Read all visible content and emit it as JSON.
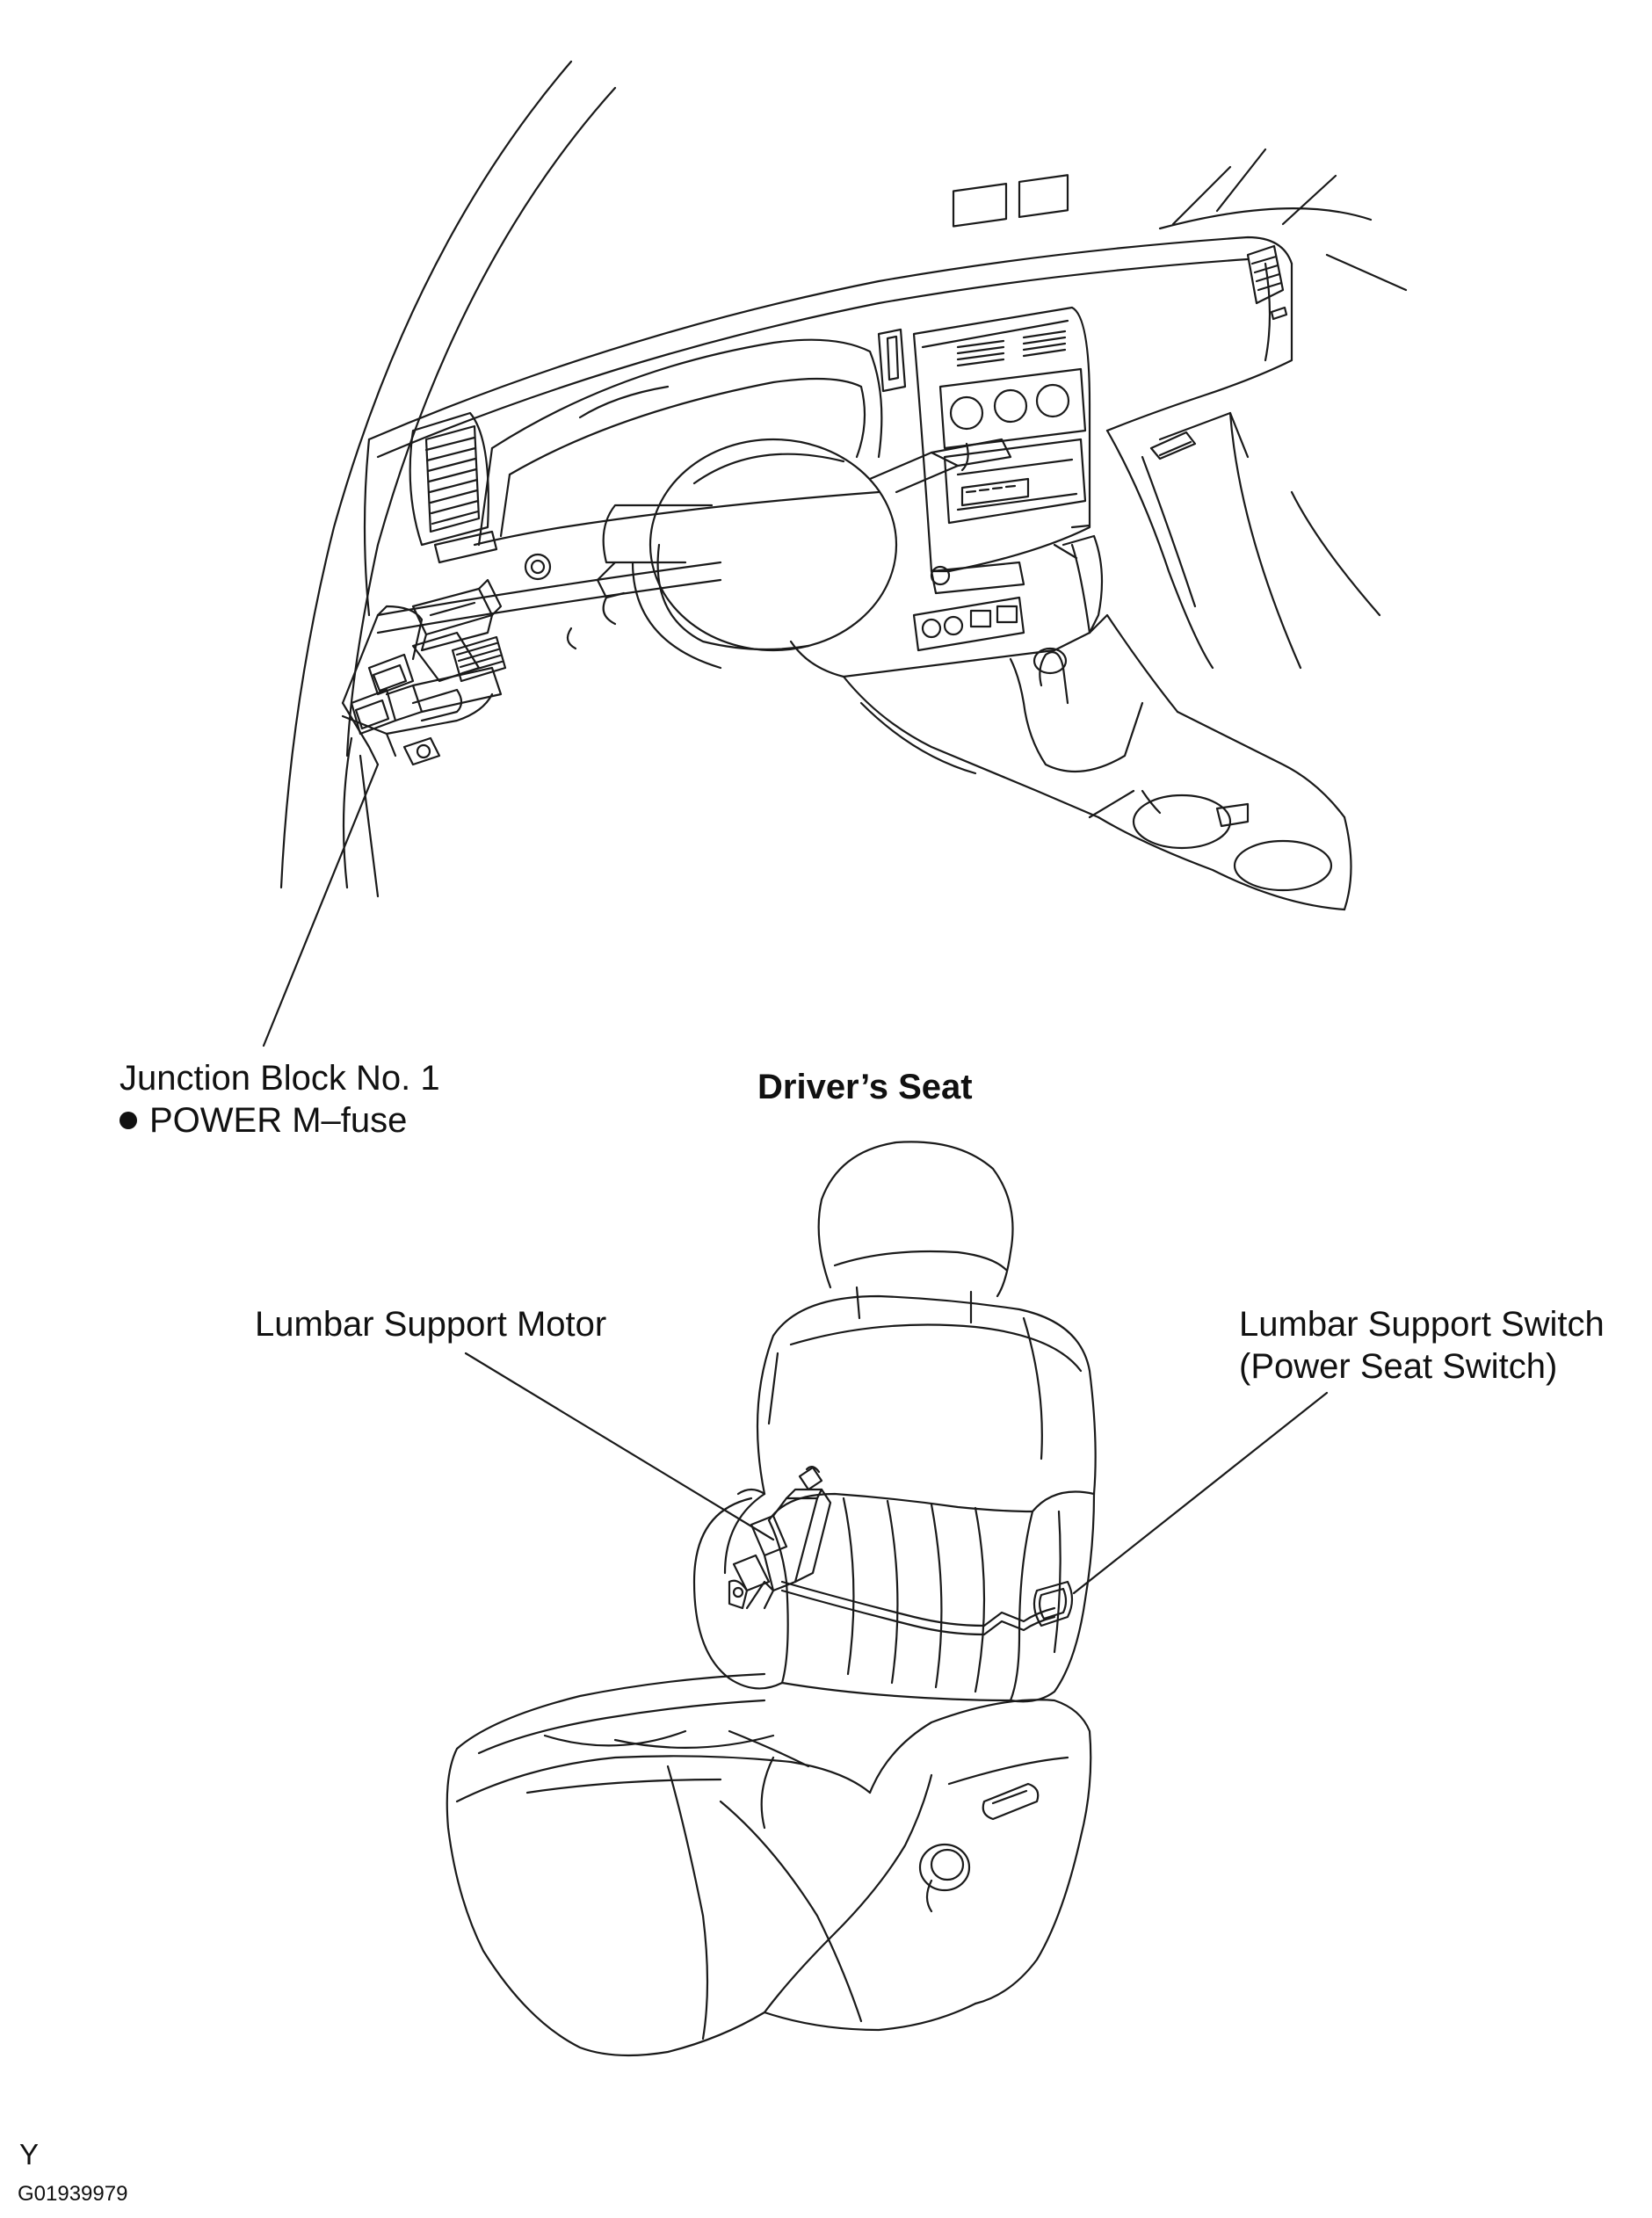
{
  "labels": {
    "junction_block_title": "Junction Block No. 1",
    "junction_block_fuse": "POWER M–fuse",
    "drivers_seat": "Driver’s Seat",
    "lumbar_motor": "Lumbar Support Motor",
    "lumbar_switch_line1": "Lumbar Support Switch",
    "lumbar_switch_line2": "(Power Seat Switch)"
  },
  "footer": {
    "letter": "Y",
    "figure_code": "G01939979"
  },
  "colors": {
    "line": "#1a1a1a",
    "background": "#ffffff"
  }
}
